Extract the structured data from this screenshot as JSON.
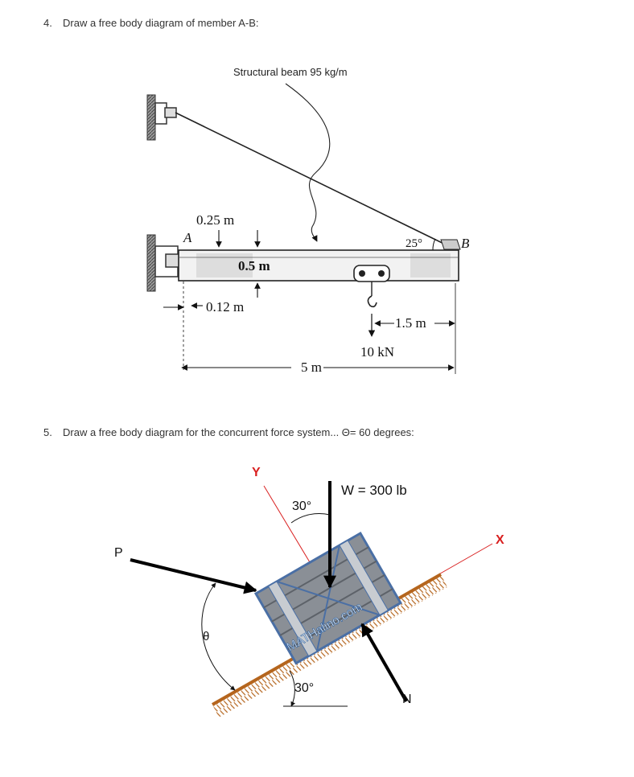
{
  "problem4": {
    "number": "4.",
    "text": "Draw a free body diagram of member A-B:",
    "figure": {
      "beam_label": "Structural beam 95 kg/m",
      "dim_025": "0.25 m",
      "dim_05": "0.5 m",
      "dim_012": "0.12 m",
      "dim_15": "1.5 m",
      "dim_5": "5 m",
      "load": "10 kN",
      "angle": "25°",
      "point_a": "A",
      "point_b": "B"
    }
  },
  "problem5": {
    "number": "5.",
    "text": "Draw a free body diagram for the concurrent force system... Θ= 60 degrees:",
    "figure": {
      "axis_y": "Y",
      "axis_x": "X",
      "force_p": "P",
      "weight": "W = 300 lb",
      "normal": "N",
      "theta": "θ",
      "angle_top": "30°",
      "angle_incline": "30°",
      "watermark": "MATHalino.com"
    }
  },
  "colors": {
    "axis_red": "#d92020",
    "ground_brown": "#b5651d",
    "crate_gray": "#8a8f96",
    "crate_blue": "#4a6fa5"
  }
}
